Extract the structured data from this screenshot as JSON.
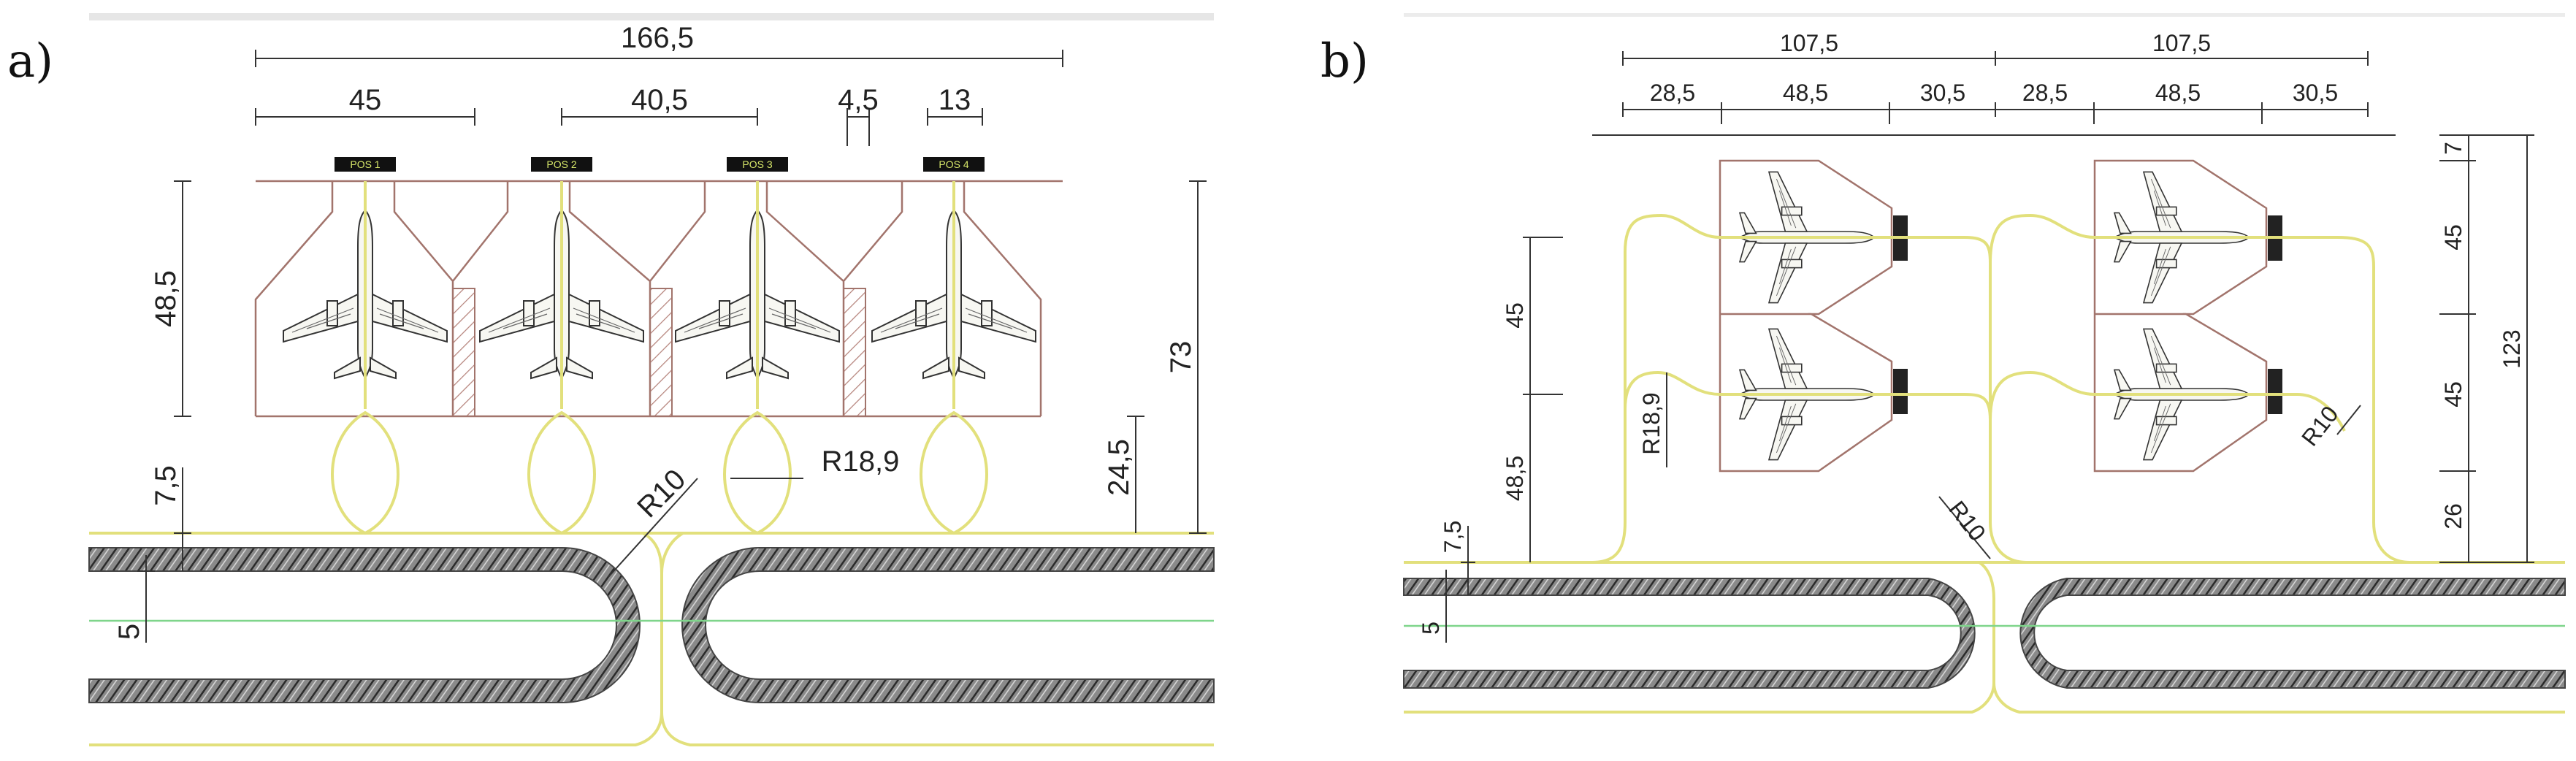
{
  "panels": {
    "a": {
      "label": "a)",
      "dims": {
        "total": "166,5",
        "pos_width": "45",
        "spacing": "40,5",
        "gap": "4,5",
        "pos_half": "13",
        "depth": "48,5",
        "overall": "73",
        "apron_edge": "24,5",
        "lead_in": "7,5",
        "lane": "5",
        "r_small": "R10",
        "r_large": "R18,9"
      },
      "positions": [
        "POS 1",
        "POS 2",
        "POS 3",
        "POS 4"
      ]
    },
    "b": {
      "label": "b)",
      "dims": {
        "group_left": "107,5",
        "group_right": "107,5",
        "seg_left_1": "28,5",
        "seg_left_2": "48,5",
        "seg_left_3": "30,5",
        "seg_right_1": "28,5",
        "seg_right_2": "48,5",
        "seg_right_3": "30,5",
        "left_45": "45",
        "left_48_5": "48,5",
        "r18_9": "R18,9",
        "lead_in": "7,5",
        "lane": "5",
        "r10_center": "R10",
        "r10_right": "R10",
        "right_7": "7",
        "right_45_top": "45",
        "right_45_mid": "45",
        "right_26": "26",
        "right_123": "123"
      }
    }
  },
  "colors": {
    "taxi_line": "#e2e07c",
    "center_line": "#7fd58b",
    "stand_outline": "#a2746c",
    "hatch": "#333333"
  }
}
